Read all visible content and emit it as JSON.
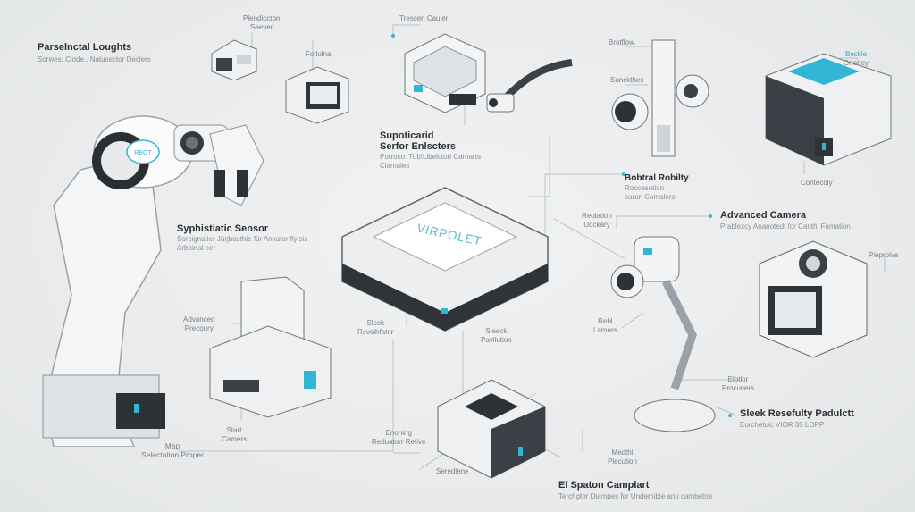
{
  "diagram": {
    "accent_color": "#33b5d6",
    "line_color": "#b9c2c8",
    "background": "#e9ebec",
    "callouts": [
      {
        "id": "parseinctal",
        "title": "Parselnctal Loughts",
        "subtitle": "Sorwes: Clode.. Natusector Declers"
      },
      {
        "id": "supoticarid",
        "title": "Supoticarid",
        "title2": "Serfor Enlscters",
        "subtitle": "Porroco: Tub!Libelctorl Carnarts",
        "subtitle2": "Clamales"
      },
      {
        "id": "bobtral",
        "title": "Bobtral Robilty",
        "subtitle": "Roccesotion",
        "subtitle2": "caron Camalers"
      },
      {
        "id": "syphistiatic",
        "title": "Syphistiatic Sensor",
        "subtitle": "Sorcignatier Jürjbosthie für Ankator flyisis",
        "subtitle2": "Arboinal eer"
      },
      {
        "id": "advanced-camera",
        "title": "Advanced Camera",
        "subtitle": "Prablexcy Ananotedt for Canthi Famation"
      },
      {
        "id": "sleek-resefulty",
        "title": "Sleek Resefulty Padulctt",
        "subtitle": "Eorchetuic VIOR 35 LOPP"
      },
      {
        "id": "el-spaton",
        "title": "El Spaton Camplart",
        "subtitle": "Terchgtor Diampes for Undemible anu cambetne"
      }
    ],
    "labels": [
      {
        "id": "plendiccton",
        "line1": "Plendiccton",
        "line2": "Seever"
      },
      {
        "id": "fotlulna",
        "line1": "Fotlulna"
      },
      {
        "id": "trescen",
        "line1": "Trescen Cauler"
      },
      {
        "id": "brotflow",
        "line1": "Brotflow"
      },
      {
        "id": "sunckthes",
        "line1": "Sunckthes"
      },
      {
        "id": "beckle",
        "line1": "Beckle",
        "line2": "Gnoney"
      },
      {
        "id": "contecoly",
        "line1": "Contecoly"
      },
      {
        "id": "reolation",
        "line1": "Reolation",
        "line2": "Uockary"
      },
      {
        "id": "pieprolve",
        "line1": "Pieprolve"
      },
      {
        "id": "advanced-precoury",
        "line1": "Advanced",
        "line2": "Precoury"
      },
      {
        "id": "sleck-rsvoihfater",
        "line1": "Sleck",
        "line2": "Rsvoihfater"
      },
      {
        "id": "sleeck-pavilutcation",
        "line1": "Sleeck",
        "line2": "Pavilution"
      },
      {
        "id": "rebl-lamers",
        "line1": "Rebl",
        "line2": "Lamers"
      },
      {
        "id": "elotlor",
        "line1": "Elotlor",
        "line2": "Procuvers"
      },
      {
        "id": "start-camers",
        "line1": "Start",
        "line2": "Camers"
      },
      {
        "id": "map-selection",
        "line1": "Map",
        "line2": "Selectation Proper"
      },
      {
        "id": "enoning",
        "line1": "Enoning",
        "line2": "Reduatorr Retive"
      },
      {
        "id": "seredlene",
        "line1": "Seredlene"
      },
      {
        "id": "medthi",
        "line1": "Medthi",
        "line2": "Plecution"
      }
    ],
    "central_device": {
      "screen_text": "VIRPOLET"
    },
    "robot_arm": {
      "badge_text": "RBOT"
    }
  }
}
